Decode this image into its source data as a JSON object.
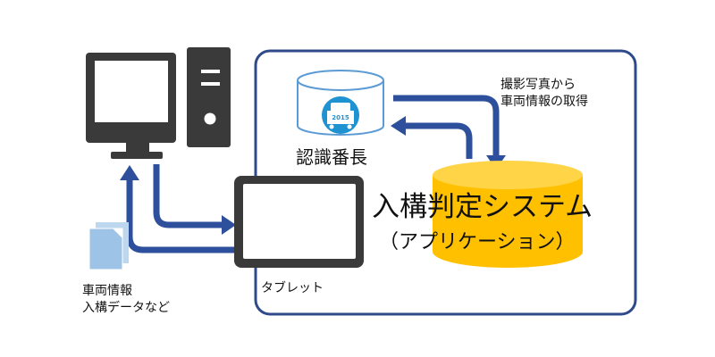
{
  "diagram": {
    "nodes": {
      "pc": {
        "icon": "desktop-computer-icon"
      },
      "tablet": {
        "icon": "tablet-icon",
        "label": "タブレット"
      },
      "documents": {
        "icon": "document-stack-icon",
        "label_line1": "車両情報",
        "label_line2": "入構データなど"
      },
      "recognition_db": {
        "icon": "database-icon",
        "badge_text": "2015",
        "label": "認識番長"
      },
      "entry_system": {
        "icon": "database-icon",
        "label": "入構判定システム",
        "sublabel": "（アプリケーション）"
      }
    },
    "edges": {
      "photo_to_vehicle_info": {
        "label_line1": "撮影写真から",
        "label_line2": "車両情報の取得"
      }
    },
    "colors": {
      "arrow": "#2e4f9c",
      "frame": "#2f4a8a",
      "computer": "#3a3a3a",
      "system_cylinder": "#ffc000",
      "system_cylinder_top": "#ffd447",
      "db_cylinder": "#ffffff",
      "db_outline": "#5b9bd5",
      "badge": "#1f93d1",
      "document": "#9dc3e6"
    }
  }
}
